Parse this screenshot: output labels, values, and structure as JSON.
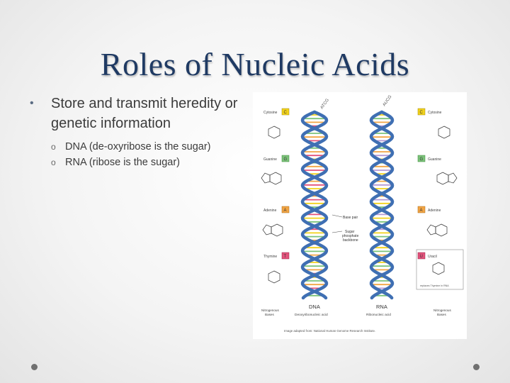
{
  "slide": {
    "title": "Roles of Nucleic Acids",
    "bullet": "Store and transmit heredity or genetic information",
    "sub_bullets": [
      "DNA (de-oxyribose is the sugar)",
      "RNA (ribose is the sugar)"
    ]
  },
  "figure": {
    "dna_top_label": "ATCG",
    "rna_top_label": "AUCG",
    "left_bases": [
      "Cytosine",
      "Guanine",
      "Adenine",
      "Thymine"
    ],
    "right_bases": [
      "Cytosine",
      "Guanine",
      "Adenine",
      "Uracil"
    ],
    "left_letters": [
      "C",
      "G",
      "A",
      "T"
    ],
    "right_letters": [
      "C",
      "G",
      "A",
      "U"
    ],
    "base_pair": "Base pair",
    "backbone": [
      "Sugar",
      "phosphate",
      "backbone"
    ],
    "replaced": "replaces Thymine in RNA",
    "dna": "DNA",
    "rna": "RNA",
    "dna_full": "Deoxyribonucleic acid",
    "rna_full": "Ribonucleic acid",
    "nitro_left": [
      "Nitrogenous",
      "Bases"
    ],
    "nitro_right": [
      "Nitrogenous",
      "Bases"
    ],
    "credit": "Image adapted from: National Human Genome Research Institute.",
    "colors": {
      "backbone": "#3f6fb3",
      "cytosine": "#f2d21b",
      "guanine": "#7cc37a",
      "adenine": "#f2a544",
      "thymine": "#e2527b",
      "uracil": "#b59ad6"
    }
  }
}
